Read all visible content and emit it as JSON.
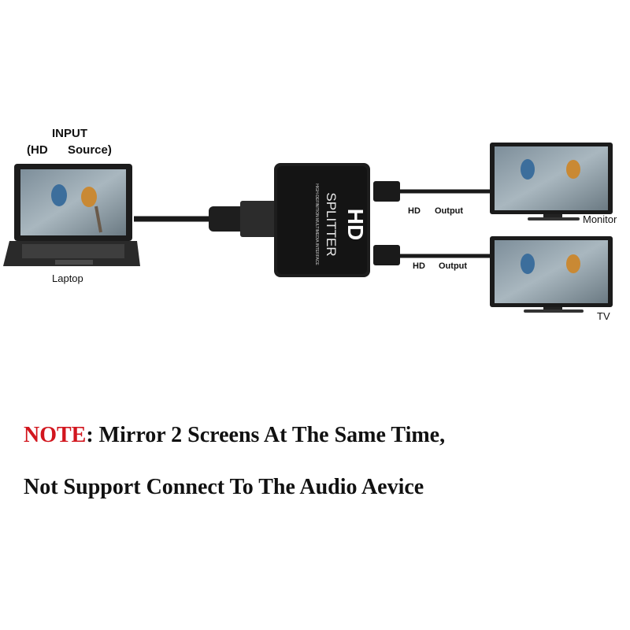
{
  "input": {
    "title": "INPUT",
    "sub_left": "(HD",
    "sub_right": "Source)"
  },
  "devices": {
    "laptop_label": "Laptop",
    "monitor_label": "Monitor",
    "tv_label": "TV"
  },
  "splitter": {
    "brand_mark": "HD",
    "name": "SPLITTER",
    "small_print": "HIGH-DEFINITION MULTIMEDIA INTERFACE"
  },
  "outputs": [
    {
      "hd": "HD",
      "label": "Output"
    },
    {
      "hd": "HD",
      "label": "Output"
    }
  ],
  "note": {
    "prefix": "NOTE",
    "line1": ": Mirror 2 Screens At The Same Time,",
    "line2": "Not Support Connect To The Audio Aevice"
  },
  "colors": {
    "note_prefix": "#d2161e",
    "text": "#111111",
    "device": "#1a1a1a"
  }
}
